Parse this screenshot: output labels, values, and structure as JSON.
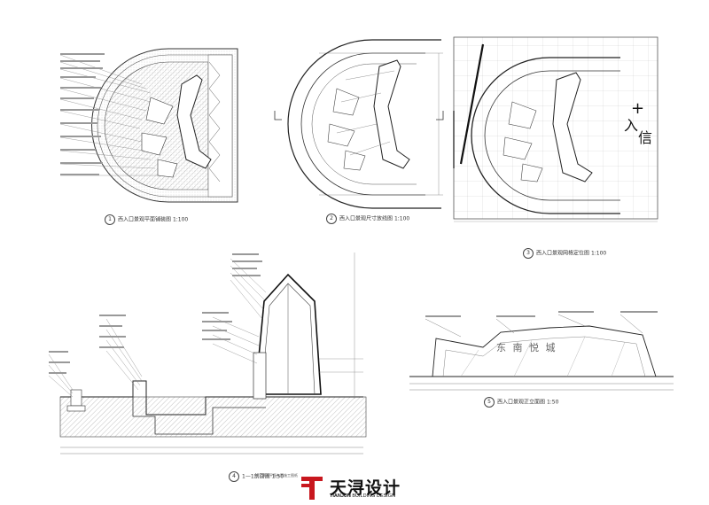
{
  "views": [
    {
      "num": "1",
      "label": "西入口景观平面铺装图",
      "scale": "1:100"
    },
    {
      "num": "2",
      "label": "西入口景观尺寸放线图",
      "scale": "1:100"
    },
    {
      "num": "3",
      "label": "西入口景观网格定位图",
      "scale": "1:100"
    },
    {
      "num": "4",
      "label": "1—1剖面图",
      "scale": "1:50"
    },
    {
      "num": "5",
      "label": "西入口景观正立面图",
      "scale": "1:50"
    }
  ],
  "elevation_text": "东 南 悦 城",
  "side_glyph_1": "+",
  "side_glyph_2": "入",
  "side_glyph_3": "信",
  "note": "注：景观平面布置施工图纸",
  "logo": {
    "cn": "天浔设计",
    "en_bold": "TIANJUN",
    "en_rest": " BUILDING DESIGN",
    "brand_color": "#c8171e"
  }
}
